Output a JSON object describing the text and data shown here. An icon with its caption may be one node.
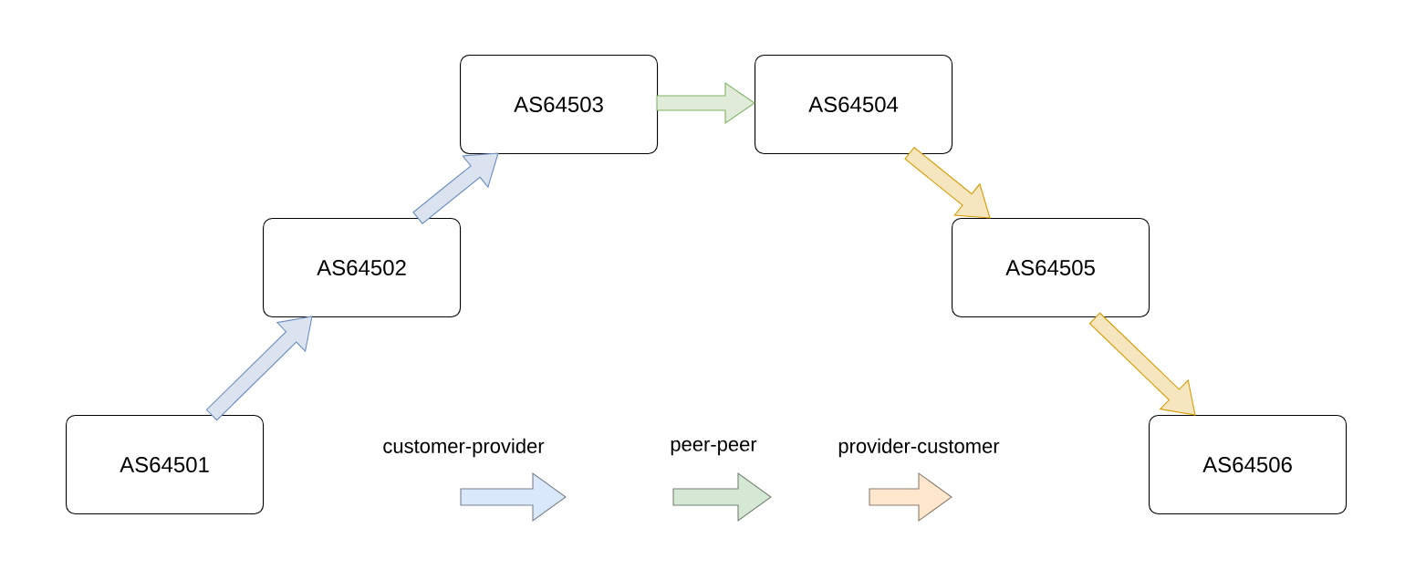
{
  "diagram": {
    "nodes": [
      {
        "text": [
          "AS64501"
        ]
      },
      {
        "text": [
          "AS64502"
        ]
      },
      {
        "text": [
          "AS64503"
        ]
      },
      {
        "text": [
          "AS64504"
        ]
      },
      {
        "text": [
          "AS64505"
        ]
      },
      {
        "text": [
          "AS64506"
        ]
      }
    ],
    "edges": [
      {
        "from": 0,
        "to": 1,
        "arrow": "to",
        "color": "#6c8ebf"
      },
      {
        "from": 1,
        "to": 2,
        "arrow": "to",
        "color": "#6c8ebf"
      },
      {
        "from": 2,
        "to": 3,
        "arrow": "to",
        "color": "#82b366"
      },
      {
        "from": 3,
        "to": 4,
        "arrow": "to",
        "color": "#d79b00"
      },
      {
        "from": 4,
        "to": 5,
        "arrow": "to",
        "color": "#d79b00"
      }
    ],
    "legend": [
      {
        "text": "customer-provider",
        "color": "#dae8fc"
      },
      {
        "text": "peer-peer",
        "color": "#d5e8d4"
      },
      {
        "text": "provider-customer",
        "color": "#ffe6cc"
      }
    ]
  }
}
